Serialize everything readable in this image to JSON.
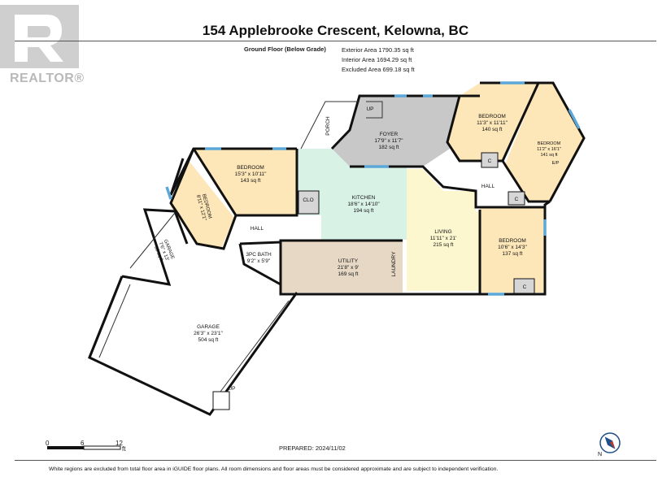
{
  "logo": {
    "text": "REALTOR®",
    "icon": "realtor-r-logo"
  },
  "title": "154 Applebrooke Crescent, Kelowna, BC",
  "floor": "Ground Floor (Below Grade)",
  "areas": {
    "exterior": "Exterior Area 1790.35 sq ft",
    "interior": "Interior Area 1694.29 sq ft",
    "excluded": "Excluded Area 699.18 sq ft"
  },
  "rooms": {
    "foyer": {
      "name": "FOYER",
      "dims": "17'9\" x 11'7\"",
      "area": "182 sq ft"
    },
    "bedroom_ne": {
      "name": "BEDROOM",
      "dims": "11'3\" x 11'11\"",
      "area": "140 sq ft"
    },
    "bedroom_e": {
      "name": "BEDROOM",
      "dims": "11'2\" x 16'1\"",
      "area": "141 sq ft"
    },
    "bedroom_n": {
      "name": "BEDROOM",
      "dims": "15'3\" x 10'11\"",
      "area": "143 sq ft"
    },
    "bedroom_w": {
      "name": "BEDROOM",
      "dims": "8'11\" x 12'1\""
    },
    "kitchen": {
      "name": "KITCHEN",
      "dims": "18'6\" x 14'10\"",
      "area": "194 sq ft"
    },
    "living": {
      "name": "LIVING",
      "dims": "11'11\" x 21'",
      "area": "215 sq ft"
    },
    "bedroom_se": {
      "name": "BEDROOM",
      "dims": "10'6\" x 14'3\"",
      "area": "137 sq ft"
    },
    "bath": {
      "name": "3PC BATH",
      "dims": "9'2\" x 5'9\""
    },
    "utility": {
      "name": "UTILITY",
      "dims": "21'8\" x 9'",
      "area": "169 sq ft"
    },
    "garage_small": {
      "name": "GARAGE",
      "dims": "7'6\" x 13'",
      "area": "92 sq ft"
    },
    "garage": {
      "name": "GARAGE",
      "dims": "26'3\" x 23'1\"",
      "area": "504 sq ft"
    }
  },
  "labels": {
    "up": "UP",
    "porch": "PORCH",
    "hall": "HALL",
    "clo": "CLO",
    "closet": "C",
    "elp": "E/P",
    "laundry": "LAUNDRY"
  },
  "scale": {
    "ticks": [
      "0",
      "6",
      "12"
    ],
    "unit": "ft"
  },
  "compass": {
    "letter": "N",
    "icon": "compass-icon"
  },
  "prepared": "PREPARED: 2024/11/02",
  "disclaimer": "White regions are excluded from total floor area in iGUIDE floor plans. All room dimensions and floor areas must be considered approximate and are subject to independent verification.",
  "colors": {
    "bedroom": "#fde6b8",
    "kitchen": "#d9f2e6",
    "foyer": "#c8c8c8",
    "living": "#fdf7cf",
    "utility": "#e6d8c5",
    "window": "#5aa7d8",
    "wall": "#111111"
  }
}
